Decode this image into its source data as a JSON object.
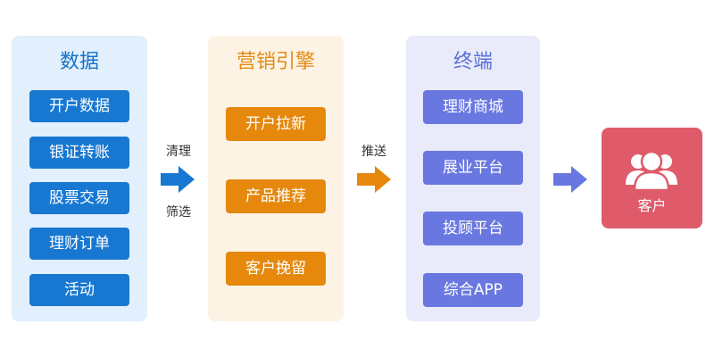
{
  "panels": {
    "data": {
      "title": "数据",
      "items": [
        "开户数据",
        "银证转账",
        "股票交易",
        "理财订单",
        "活动"
      ]
    },
    "engine": {
      "title": "营销引擎",
      "items": [
        "开户拉新",
        "产品推荐",
        "客户挽留"
      ]
    },
    "terminal": {
      "title": "终端",
      "items": [
        "理财商城",
        "展业平台",
        "投顾平台",
        "综合APP"
      ]
    }
  },
  "arrows": {
    "first": {
      "top_label": "清理",
      "bottom_label": "筛选",
      "color": "#1878d1"
    },
    "second": {
      "label": "推送",
      "color": "#e5880c"
    },
    "third": {
      "color": "#6978e0"
    }
  },
  "customer": {
    "label": "客户",
    "icon": "users-icon"
  }
}
